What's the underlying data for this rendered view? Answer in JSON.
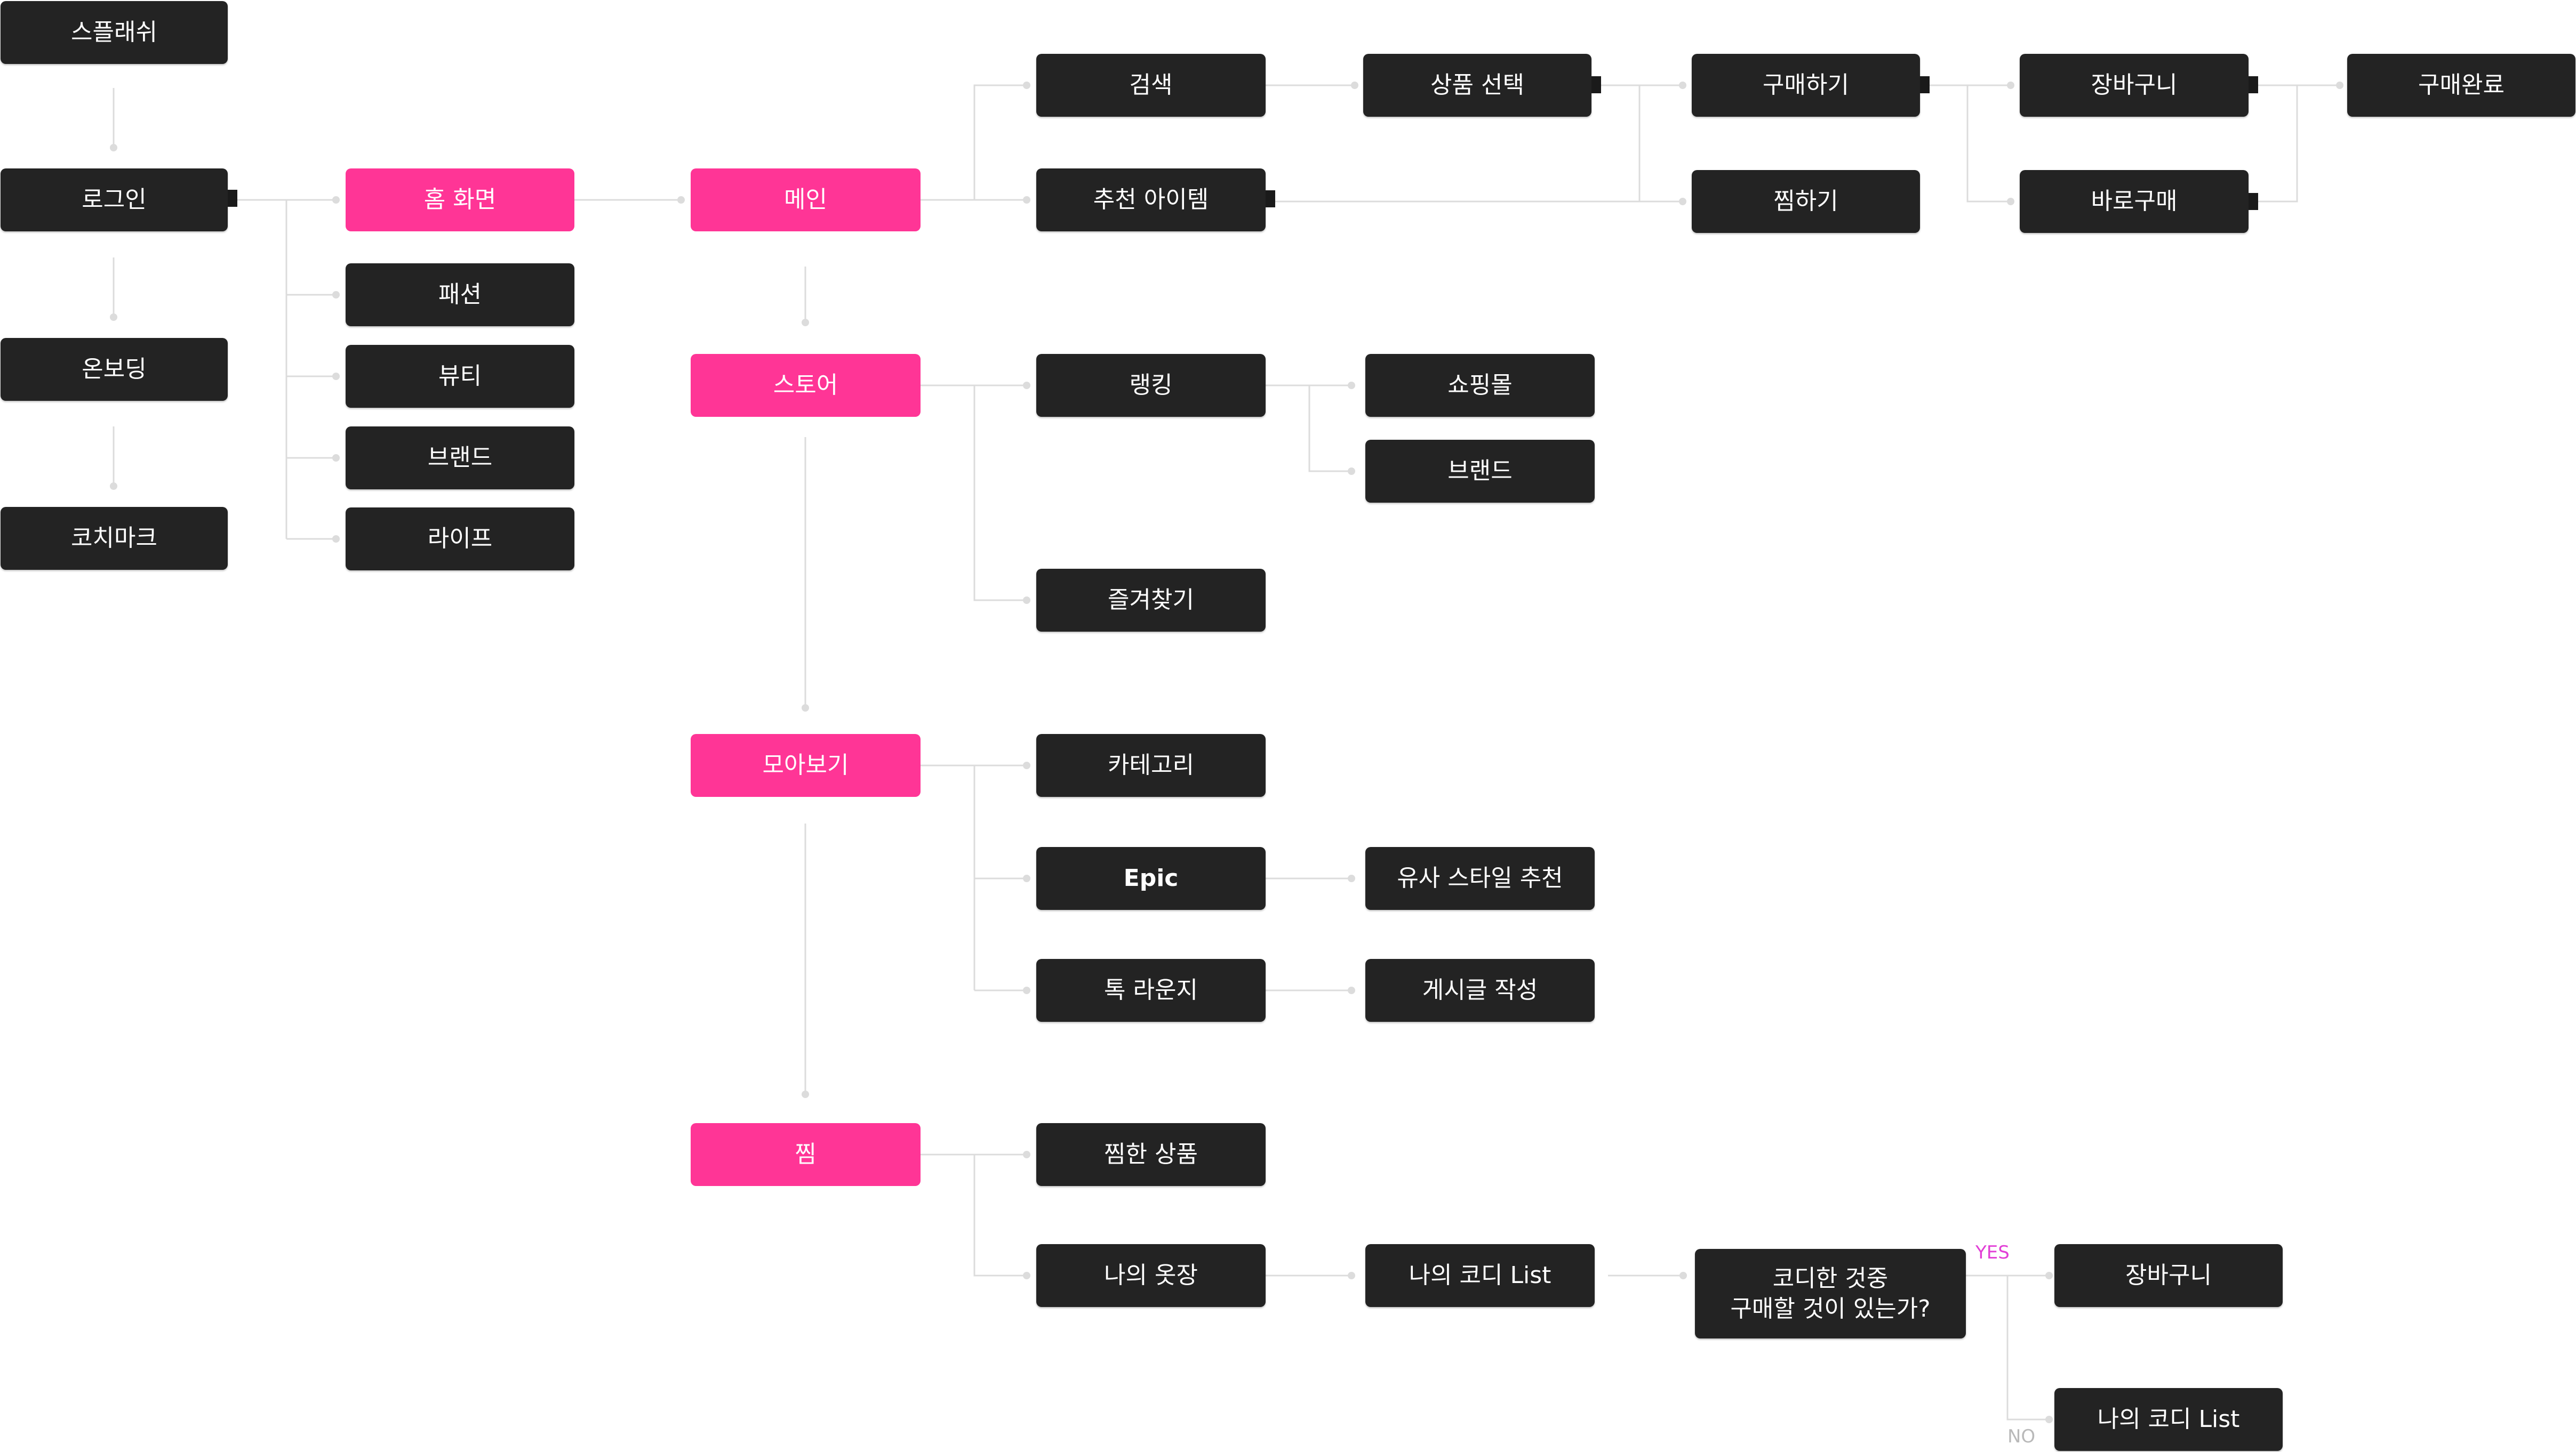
{
  "colors": {
    "node": "#232323",
    "highlight": "#ff3596",
    "edge": "#dcdcdc",
    "yes": "#e23ed6",
    "no": "#b9b9b9"
  },
  "nodes": {
    "splash": "스플래쉬",
    "login": "로그인",
    "onboarding": "온보딩",
    "coachmark": "코치마크",
    "home": "홈 화면",
    "fashion": "패션",
    "beauty": "뷰티",
    "brand": "브랜드",
    "life": "라이프",
    "main": "메인",
    "store": "스토어",
    "collection": "모아보기",
    "wish": "찜",
    "search": "검색",
    "recommended": "추천 아이템",
    "product_select": "상품 선택",
    "buy": "구매하기",
    "wishlist_add": "찜하기",
    "cart": "장바구니",
    "buy_now": "바로구매",
    "purchase_done": "구매완료",
    "ranking": "랭킹",
    "shopping_mall": "쇼핑몰",
    "store_brand": "브랜드",
    "favorites": "즐겨찾기",
    "category": "카테고리",
    "epic": "Epic",
    "talk_lounge": "톡 라운지",
    "similar_style": "유사 스타일 추천",
    "write_post": "게시글 작성",
    "wished_products": "찜한 상품",
    "my_closet": "나의 옷장",
    "my_codi_list": "나의 코디 List",
    "decision": "코디한 것중\n구매할 것이 있는가?",
    "decision_cart": "장바구니",
    "decision_codi_list": "나의 코디 List"
  },
  "labels": {
    "yes": "YES",
    "no": "NO"
  }
}
